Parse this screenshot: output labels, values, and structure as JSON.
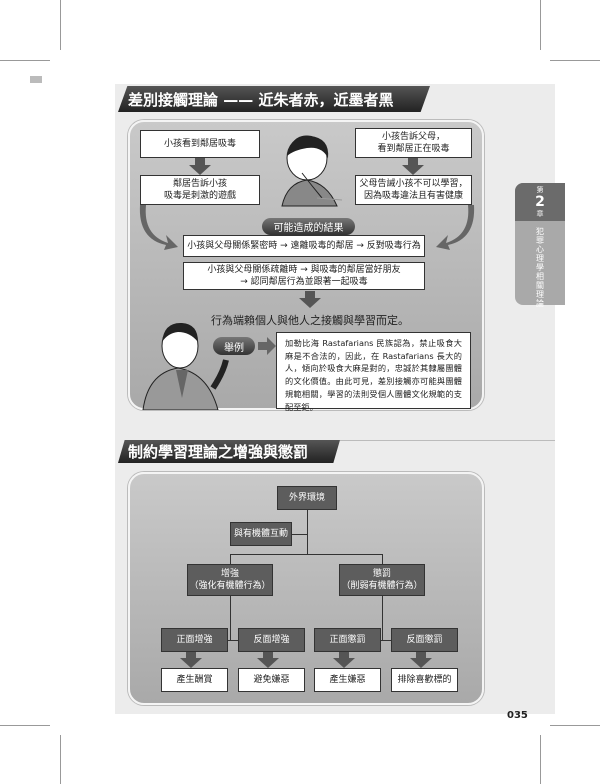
{
  "chapter_tab": {
    "prefix": "第",
    "number": "2",
    "suffix": "章",
    "title": "犯罪心理學相關理論"
  },
  "section1": {
    "title": "差別接觸理論 —— 近朱者赤，近墨者黑",
    "left_boxes": [
      "小孩看到鄰居吸毒",
      "鄰居告訴小孩\n吸毒是刺激的遊戲"
    ],
    "right_boxes": [
      "小孩告訴父母，\n看到鄰居正在吸毒",
      "父母告誡小孩不可以學習，\n因為吸毒違法且有害健康"
    ],
    "result_label": "可能造成的結果",
    "results": [
      "小孩與父母關係緊密時 → 遠離吸毒的鄰居 → 反對吸毒行為",
      "小孩與父母關係疏離時 → 與吸毒的鄰居當好朋友\n→ 認同鄰居行為並跟著一起吸毒"
    ],
    "conclusion": "行為端賴個人與他人之接觸與學習而定。",
    "example_label": "舉例",
    "example_text": "加勒比海 Rastafarians 民族認為，禁止吸食大麻是不合法的，因此，在 Rastafarians 長大的人，傾向於吸食大麻是對的，忠誠於其隸屬團體的文化價值。由此可見，差別接觸亦可能與團體規範相關，學習的法則受個人團體文化規範的支配至鉅。"
  },
  "section2": {
    "title": "制約學習理論之增強與懲罰",
    "root": "外界環境",
    "interaction": "與有機體互動",
    "reinforce": "增強\n（強化有機體行為）",
    "punish": "懲罰\n（削弱有機體行為）",
    "leaves": [
      "正面增強",
      "反面增強",
      "正面懲罰",
      "反面懲罰"
    ],
    "outcomes": [
      "產生酬賞",
      "避免嫌惡",
      "產生嫌惡",
      "排除喜歡標的"
    ]
  },
  "page_number": "035"
}
